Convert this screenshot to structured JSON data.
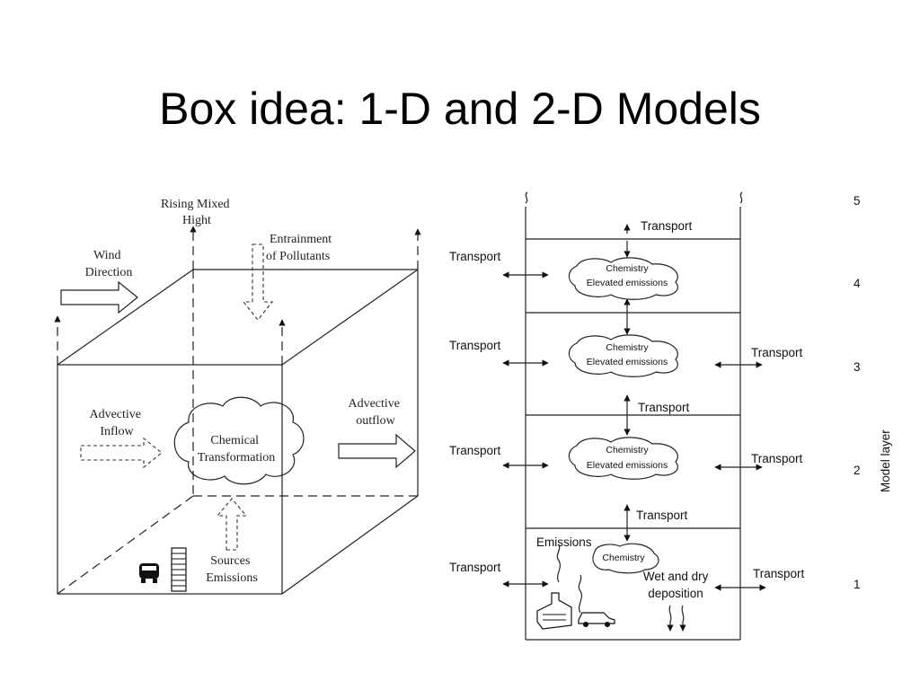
{
  "title": "Box idea: 1-D and 2-D Models",
  "box_model": {
    "rising_mixed_hight": [
      "Rising Mixed",
      "Hight"
    ],
    "entrainment": [
      "Entrainment",
      "of Pollutants"
    ],
    "wind_direction": [
      "Wind",
      "Direction"
    ],
    "advective_inflow": [
      "Advective",
      "Inflow"
    ],
    "advective_outflow": [
      "Advective",
      "outflow"
    ],
    "chemical_transformation": [
      "Chemical",
      "Transformation"
    ],
    "sources_emissions": [
      "Sources",
      "Emissions"
    ]
  },
  "layer_model": {
    "transport": "Transport",
    "chemistry": "Chemistry",
    "elevated_emissions": "Elevated emissions",
    "emissions": "Emissions",
    "wet_dry_deposition": [
      "Wet and dry",
      "deposition"
    ],
    "axis_label": "Model layer",
    "layer_numbers": [
      "5",
      "4",
      "3",
      "2",
      "1"
    ]
  }
}
